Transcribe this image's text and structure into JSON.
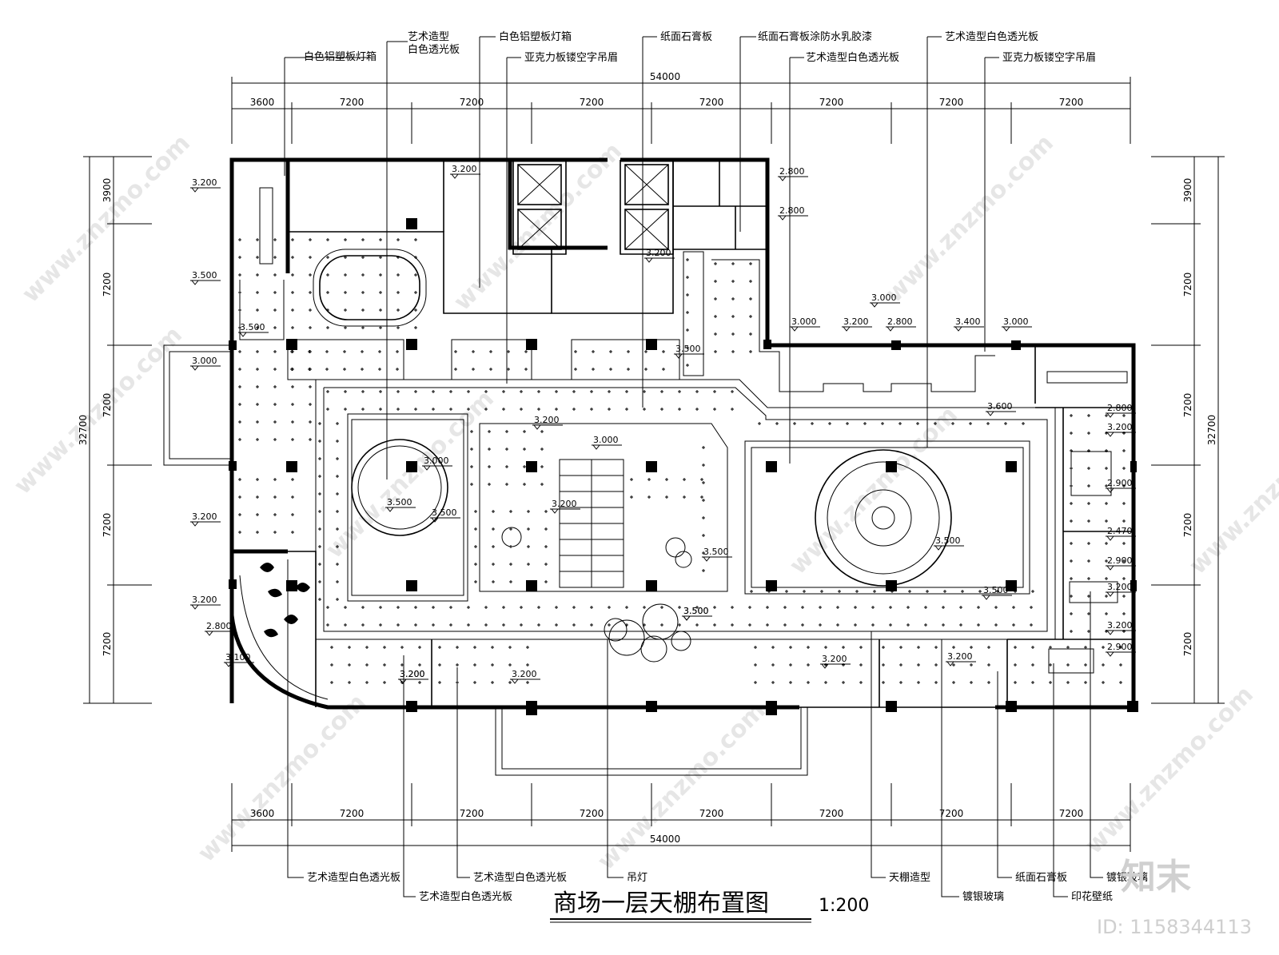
{
  "drawing": {
    "title": "商场一层天棚布置图",
    "scale": "1:200"
  },
  "dimensions": {
    "total_width": "54000",
    "total_height": "32700",
    "top_spans": [
      "3600",
      "7200",
      "7200",
      "7200",
      "7200",
      "7200",
      "7200",
      "7200"
    ],
    "bottom_spans": [
      "3600",
      "7200",
      "7200",
      "7200",
      "7200",
      "7200",
      "7200",
      "7200"
    ],
    "left_spans": [
      "3900",
      "7200",
      "7200",
      "7200",
      "7200"
    ],
    "right_spans": [
      "3900",
      "7200",
      "7200",
      "7200",
      "7200"
    ]
  },
  "top_labels": [
    "白色铝塑板灯箱",
    "艺术造型",
    "白色透光板",
    "白色铝塑板灯箱",
    "亚克力板镂空字吊眉",
    "纸面石膏板",
    "纸面石膏板涂防水乳胶漆",
    "艺术造型白色透光板",
    "艺术造型白色透光板",
    "亚克力板镂空字吊眉"
  ],
  "bottom_labels": [
    "艺术造型白色透光板",
    "艺术造型白色透光板",
    "艺术造型白色透光板",
    "吊灯",
    "天棚造型",
    "镀银玻璃",
    "纸面石膏板",
    "印花壁纸",
    "镀银玻璃"
  ],
  "elevations": [
    "3.200",
    "3.500",
    "3.500",
    "3.000",
    "3.200",
    "3.200",
    "2.800",
    "3.100",
    "3.200",
    "3.200",
    "3.200",
    "3.200",
    "3.500",
    "2.800",
    "2.800",
    "3.200",
    "3.500",
    "3.000",
    "3.200",
    "2.800",
    "3.000",
    "3.400",
    "3.000",
    "3.600",
    "2.800",
    "3.200",
    "2.900",
    "2.470",
    "2.900",
    "3.200",
    "3.200",
    "2.900",
    "3.200",
    "3.000",
    "3.000",
    "3.200",
    "3.500",
    "3.500",
    "3.500",
    "3.500",
    "3.500",
    "3.200",
    "3.200",
    "3.500"
  ],
  "watermark": {
    "text": "www.znzmo.com",
    "brand": "知末",
    "id": "ID: 1158344113"
  }
}
